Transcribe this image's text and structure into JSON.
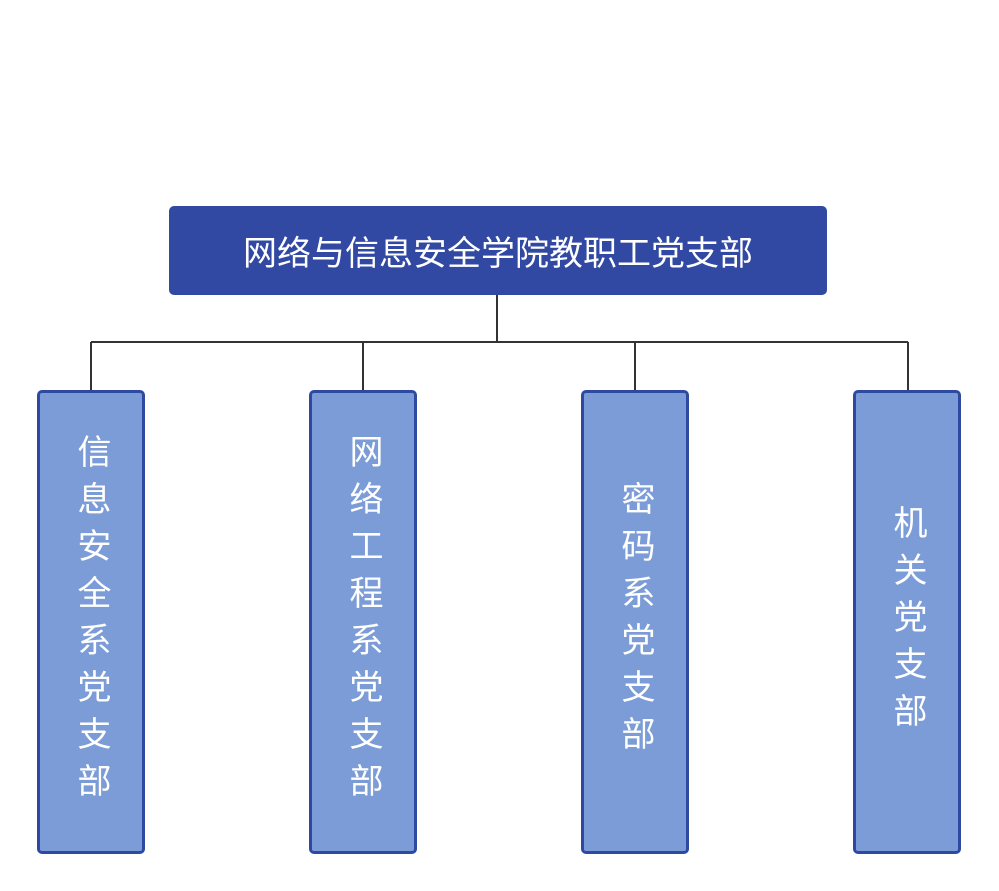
{
  "root": {
    "label": "网络与信息安全学院教职工党支部"
  },
  "children": [
    {
      "label": "信息安全系党支部"
    },
    {
      "label": "网络工程系党支部"
    },
    {
      "label": "密码系党支部"
    },
    {
      "label": "机关党支部"
    }
  ],
  "colors": {
    "root_fill": "#3149a3",
    "child_fill": "#7b9cd6",
    "child_border": "#2e4aa0",
    "connector": "#333333",
    "text": "#ffffff"
  }
}
